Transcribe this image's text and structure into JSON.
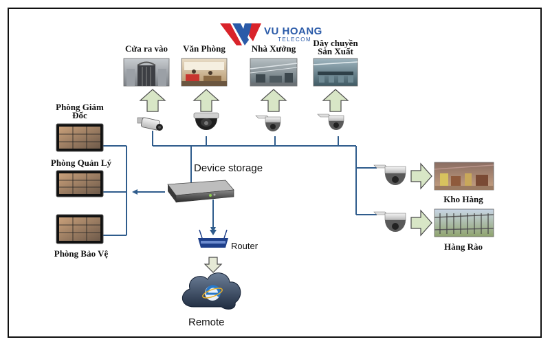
{
  "brand": {
    "name": "VU HOANG",
    "sub": "TELECOM",
    "color_red": "#d9232a",
    "color_blue": "#2a5aa8"
  },
  "top_sites": [
    {
      "label": "Cửa ra vào",
      "icon": "gate-photo"
    },
    {
      "label": "Văn Phòng",
      "icon": "office-photo"
    },
    {
      "label": "Nhà Xưởng",
      "icon": "factory-photo"
    },
    {
      "label": "Dây chuyền Sản Xuất",
      "icon": "production-line-photo"
    }
  ],
  "right_sites": [
    {
      "label": "Kho Hàng",
      "icon": "warehouse-photo"
    },
    {
      "label": "Hàng Rào",
      "icon": "fence-photo"
    }
  ],
  "monitors": [
    {
      "label": "Phòng Giám Đốc"
    },
    {
      "label": "Phòng Quản Lý"
    },
    {
      "label": "Phòng Bảo Vệ"
    }
  ],
  "nodes": {
    "storage": "Device storage",
    "router": "Router",
    "remote": "Remote"
  },
  "colors": {
    "line_blue": "#2f5c8c",
    "arrow_fill": "#d8e6c6",
    "arrow_stroke": "#4a4a4a"
  }
}
